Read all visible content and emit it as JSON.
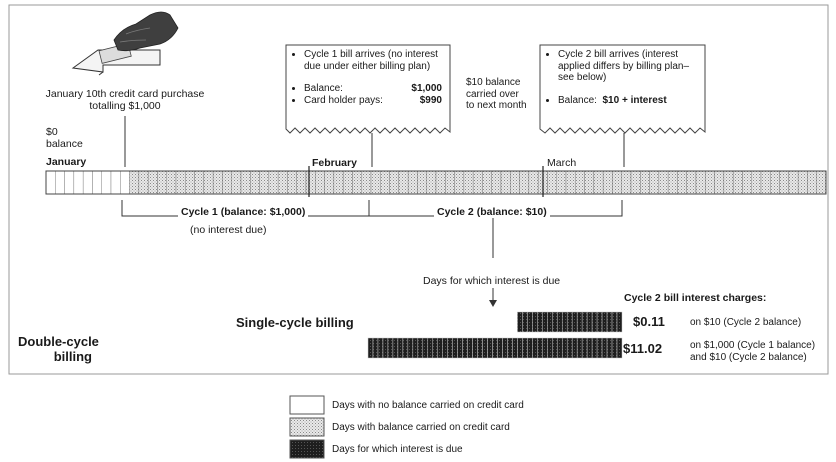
{
  "purchase": {
    "line1": "January 10th credit card purchase",
    "line2": "totalling $1,000"
  },
  "start_balance": {
    "line1": "$0",
    "line2": "balance"
  },
  "months": [
    "January",
    "February",
    "March"
  ],
  "callout_cycle1": {
    "bullet1": "Cycle 1 bill arrives (no interest due under either billing plan)",
    "balance_label": "Balance:",
    "balance_value": "$1,000",
    "pays_label": "Card holder pays:",
    "pays_value": "$990"
  },
  "carryover": {
    "line1": "$10 balance",
    "line2": "carried over",
    "line3": "to next month"
  },
  "callout_cycle2": {
    "bullet1": "Cycle 2 bill arrives (interest applied differs by billing plan–see below)",
    "balance_label": "Balance:",
    "balance_value": "$10 + interest"
  },
  "cycles": {
    "cycle1": "Cycle 1 (balance: $1,000)",
    "cycle1_note": "(no interest due)",
    "cycle2": "Cycle 2 (balance: $10)"
  },
  "interest_days_label": "Days for which interest is due",
  "interest_charges_title": "Cycle 2 bill interest charges:",
  "single": {
    "label": "Single-cycle billing",
    "amount": "$0.11",
    "note": "on $10 (Cycle 2 balance)",
    "interest_days": 21
  },
  "double": {
    "label_line1": "Double-cycle",
    "label_line2": "billing",
    "amount": "$11.02",
    "note_line1": "on $1,000 (Cycle 1 balance)",
    "note_line2": "and $10 (Cycle 2 balance)",
    "interest_days": 51
  },
  "legend": [
    {
      "label": "Days with no balance carried on credit card",
      "type": "empty"
    },
    {
      "label": "Days with balance carried on credit card",
      "type": "dotted"
    },
    {
      "label": "Days for which interest is due",
      "type": "dark"
    }
  ]
}
